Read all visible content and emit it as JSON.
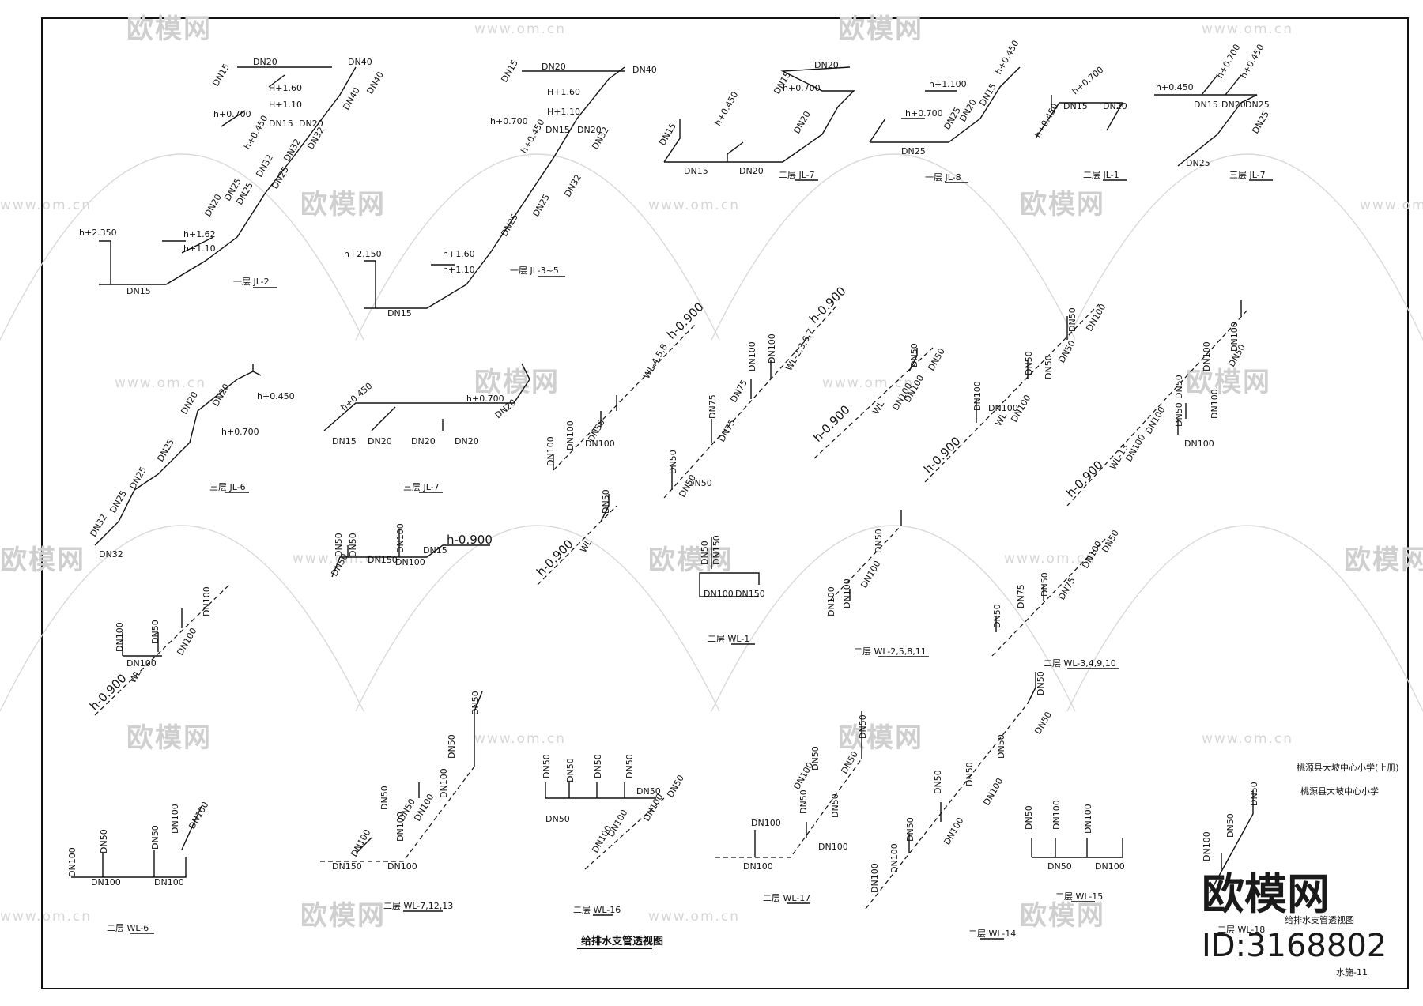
{
  "sheet_title": "给排水支管透视图",
  "sheet_number": "水施-11",
  "project_lines": [
    "桃源县大坡中心小学(上册)",
    "桃源县大坡中心小学"
  ],
  "watermark": {
    "brand": "欧模网",
    "url": "www.om.cn",
    "id": "ID:3168802"
  },
  "diagrams": {
    "jl2": {
      "tag": "一层 JL-2",
      "labels": [
        "DN20",
        "DN40",
        "DN15",
        "H+1.60",
        "H+1.10",
        "h+0.700",
        "h+0.450",
        "DN15",
        "DN20",
        "DN32",
        "DN40",
        "DN25",
        "DN32",
        "DN32",
        "DN40",
        "DN20",
        "DN25",
        "DN25",
        "h+1.62",
        "h+1.10",
        "h+2.350",
        "DN15"
      ]
    },
    "jl35": {
      "tag": "一层 JL-3~5",
      "labels": [
        "DN20",
        "DN40",
        "DN15",
        "H+1.60",
        "H+1.10",
        "h+0.700",
        "h+0.450",
        "DN15",
        "DN20",
        "DN32",
        "DN25",
        "DN25",
        "DN32",
        "h+2.150",
        "h+1.60",
        "h+1.10",
        "DN15"
      ]
    },
    "jl7a": {
      "tag": "二层 JL-7",
      "labels": [
        "DN20",
        "DN15",
        "h+0.700",
        "DN20",
        "h+0.450",
        "DN15",
        "DN15",
        "DN20"
      ]
    },
    "jl8": {
      "tag": "一层 JL-8",
      "labels": [
        "h+1.100",
        "h+0.450",
        "h+0.700",
        "DN25",
        "DN20",
        "DN15",
        "DN25"
      ]
    },
    "jl1": {
      "tag": "二层 JL-1",
      "labels": [
        "h+0.700",
        "DN15",
        "DN20",
        "h+0.450"
      ]
    },
    "jl7b": {
      "tag": "三层 JL-7",
      "labels": [
        "h+0.450",
        "h+0.700",
        "h+0.450",
        "DN15",
        "DN20",
        "DN25",
        "DN25",
        "DN25"
      ]
    },
    "jl6": {
      "tag": "三层 JL-6",
      "labels": [
        "DN20",
        "h+0.450",
        "DN20",
        "h+0.700",
        "DN25",
        "DN25",
        "DN25",
        "DN32",
        "DN32"
      ]
    },
    "jl7c": {
      "tag": "三层 JL-7",
      "labels": [
        "h+0.450",
        "DN15",
        "DN20",
        "h+0.700",
        "DN20",
        "DN20",
        "DN20"
      ]
    },
    "wl4": {
      "labels": [
        "h-0.900",
        "WL-4,5,8",
        "DN100",
        "DN100",
        "DN100",
        "DN50"
      ]
    },
    "wl236": {
      "labels": [
        "h-0.900",
        "WL-2,3,6,7",
        "DN100",
        "DN100",
        "DN75",
        "DN75",
        "DN75",
        "DN50",
        "DN50",
        "DN50"
      ]
    },
    "wl_c": {
      "labels": [
        "h-0.900",
        "WL",
        "DN100",
        "DN50",
        "DN100",
        "DN50"
      ]
    },
    "wl_d": {
      "labels": [
        "DN50",
        "DN100",
        "DN50",
        "WL",
        "DN100",
        "h-0.900",
        "DN100",
        "DN50",
        "DN50",
        "DN100"
      ]
    },
    "wl_e": {
      "labels": [
        "h-0.900",
        "WL-13",
        "DN100",
        "DN100",
        "DN50",
        "DN100",
        "DN50",
        "DN100",
        "DN50",
        "DN100",
        "DN100"
      ]
    },
    "wl_f": {
      "labels": [
        "h-0.900",
        "DN15",
        "DN50",
        "DN100",
        "DN50",
        "DN100",
        "DN150",
        "DN50"
      ]
    },
    "wl_g": {
      "labels": [
        "h-0.900",
        "WL",
        "DN50"
      ]
    },
    "wl1": {
      "tag": "二层 WL-1",
      "labels": [
        "DN50",
        "DN150",
        "DN100",
        "DN150"
      ]
    },
    "wl2": {
      "tag": "二层 WL-2,5,8,11",
      "labels": [
        "DN50",
        "DN100",
        "DN100",
        "DN100"
      ]
    },
    "wl3": {
      "tag": "二层 WL-3,4,9,10",
      "labels": [
        "DN50",
        "DN75",
        "DN50",
        "DN75",
        "DN100",
        "DN50"
      ]
    },
    "wl_h": {
      "labels": [
        "h-0.900",
        "WL",
        "DN100",
        "DN100",
        "DN50",
        "DN100",
        "DN100"
      ]
    },
    "wl6": {
      "tag": "二层 WL-6",
      "labels": [
        "DN100",
        "DN50",
        "DN50",
        "DN100",
        "DN100",
        "DN100",
        "DN100"
      ]
    },
    "wl713": {
      "tag": "二层 WL-7,12,13",
      "labels": [
        "DN150",
        "DN100",
        "DN100",
        "DN100",
        "DN50",
        "DN50",
        "DN100",
        "DN50",
        "DN100",
        "DN50"
      ]
    },
    "wl16": {
      "tag": "二层 WL-16",
      "labels": [
        "DN50",
        "DN50",
        "DN50",
        "DN50",
        "DN50",
        "DN50",
        "DN100",
        "DN100",
        "DN100",
        "DN50"
      ]
    },
    "wl17": {
      "tag": "二层 WL-17",
      "labels": [
        "DN100",
        "DN100",
        "DN100",
        "DN50",
        "DN50",
        "DN50",
        "DN50",
        "DN50",
        "DN100"
      ]
    },
    "wl14": {
      "tag": "二层 WL-14",
      "labels": [
        "DN100",
        "DN100",
        "DN50",
        "DN50",
        "DN50",
        "DN50",
        "DN100",
        "DN100",
        "DN50",
        "DN50"
      ]
    },
    "wl15": {
      "tag": "二层 WL-15",
      "labels": [
        "DN50",
        "DN100",
        "DN50",
        "DN100",
        "DN100"
      ]
    },
    "wl18": {
      "tag": "二层 WL-18",
      "labels": [
        "DN50",
        "DN50",
        "DN100"
      ]
    }
  }
}
